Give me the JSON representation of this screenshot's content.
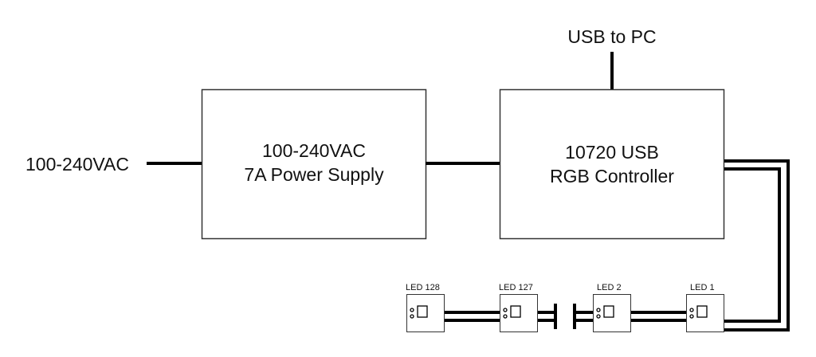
{
  "input_label": "100-240VAC",
  "usb_label": "USB to PC",
  "power_supply": {
    "line1": "100-240VAC",
    "line2": "7A Power Supply"
  },
  "controller": {
    "line1": "10720 USB",
    "line2": "RGB Controller"
  },
  "leds": [
    {
      "label": "LED 128"
    },
    {
      "label": "LED 127"
    },
    {
      "label": "LED 2"
    },
    {
      "label": "LED 1"
    }
  ],
  "colors": {
    "stroke": "#000000",
    "box_border": "#333333",
    "background": "#ffffff"
  }
}
